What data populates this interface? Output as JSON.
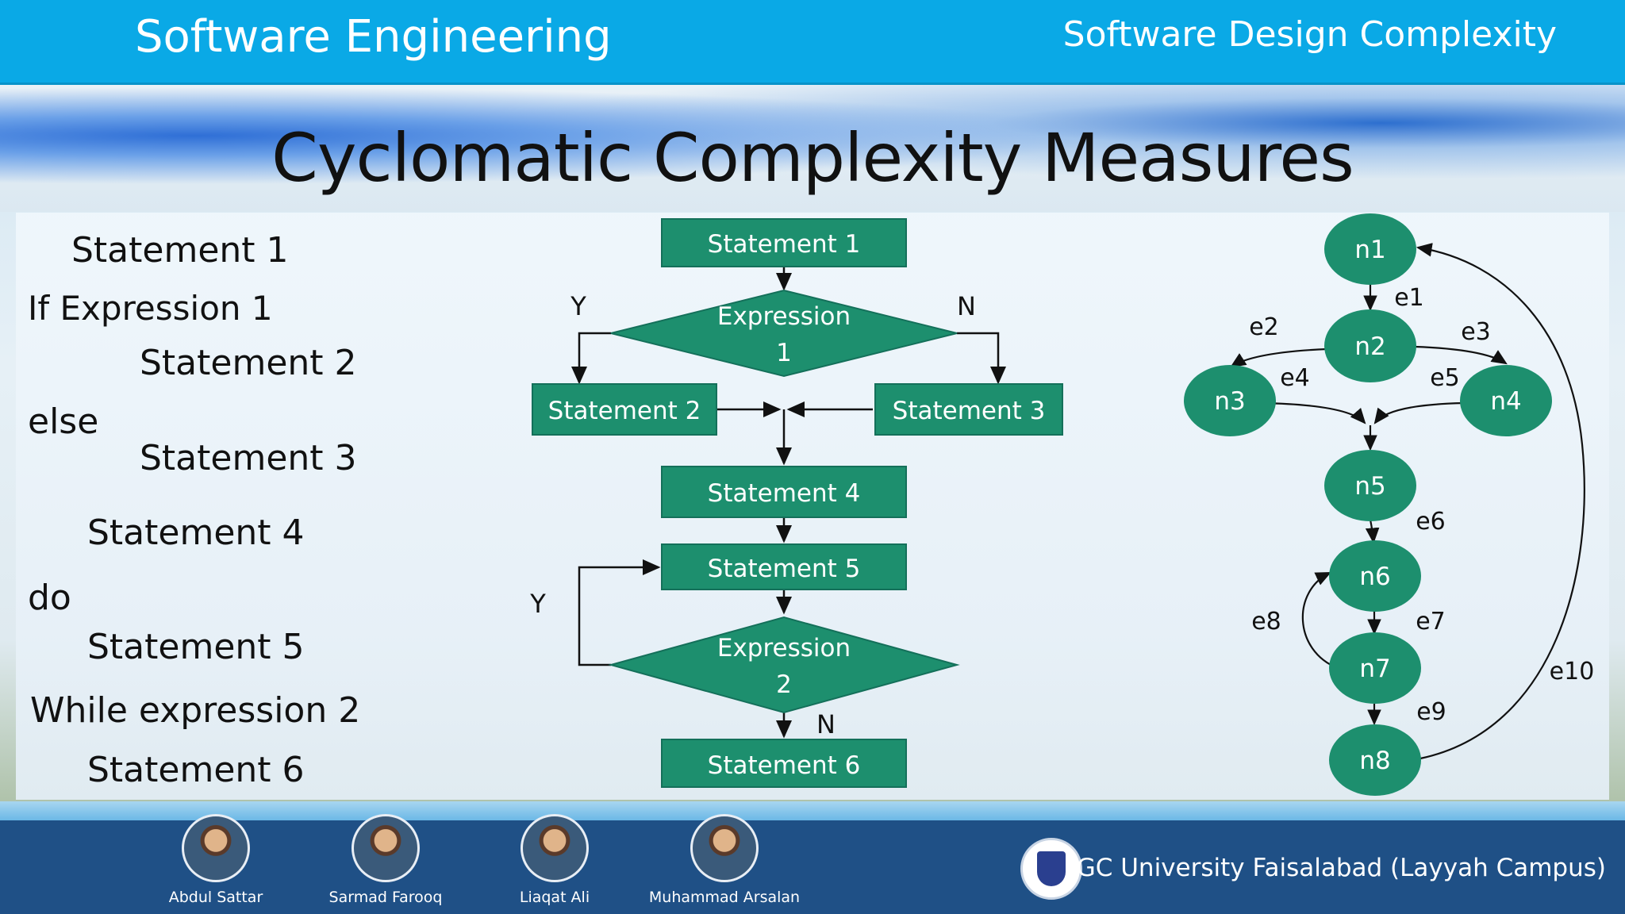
{
  "header": {
    "left_title": "Software Engineering",
    "right_title": "Software Design Complexity"
  },
  "slide": {
    "title": "Cyclomatic Complexity Measures"
  },
  "code": [
    "Statement 1",
    "If Expression 1",
    "Statement 2",
    "else",
    "Statement 3",
    "Statement 4",
    "do",
    "Statement 5",
    "While expression 2",
    "Statement 6"
  ],
  "flowchart": {
    "box_color": "#1d8f6e",
    "s1": "Statement 1",
    "expr1_line1": "Expression",
    "expr1_line2": "1",
    "s2": "Statement 2",
    "s3": "Statement 3",
    "s4": "Statement 4",
    "s5": "Statement 5",
    "expr2_line1": "Expression",
    "expr2_line2": "2",
    "s6": "Statement 6",
    "label_y1": "Y",
    "label_n1": "N",
    "label_y2": "Y",
    "label_n2": "N"
  },
  "graph": {
    "node_color": "#1d8f6e",
    "nodes": [
      "n1",
      "n2",
      "n3",
      "n4",
      "n5",
      "n6",
      "n7",
      "n8"
    ],
    "edges": [
      "e1",
      "e2",
      "e3",
      "e4",
      "e5",
      "e6",
      "e7",
      "e8",
      "e9",
      "e10"
    ]
  },
  "footer": {
    "people": [
      "Abdul Sattar",
      "Sarmad Farooq",
      "Liaqat Ali",
      "Muhammad Arsalan"
    ],
    "university": "GC University Faisalabad (Layyah Campus)"
  }
}
